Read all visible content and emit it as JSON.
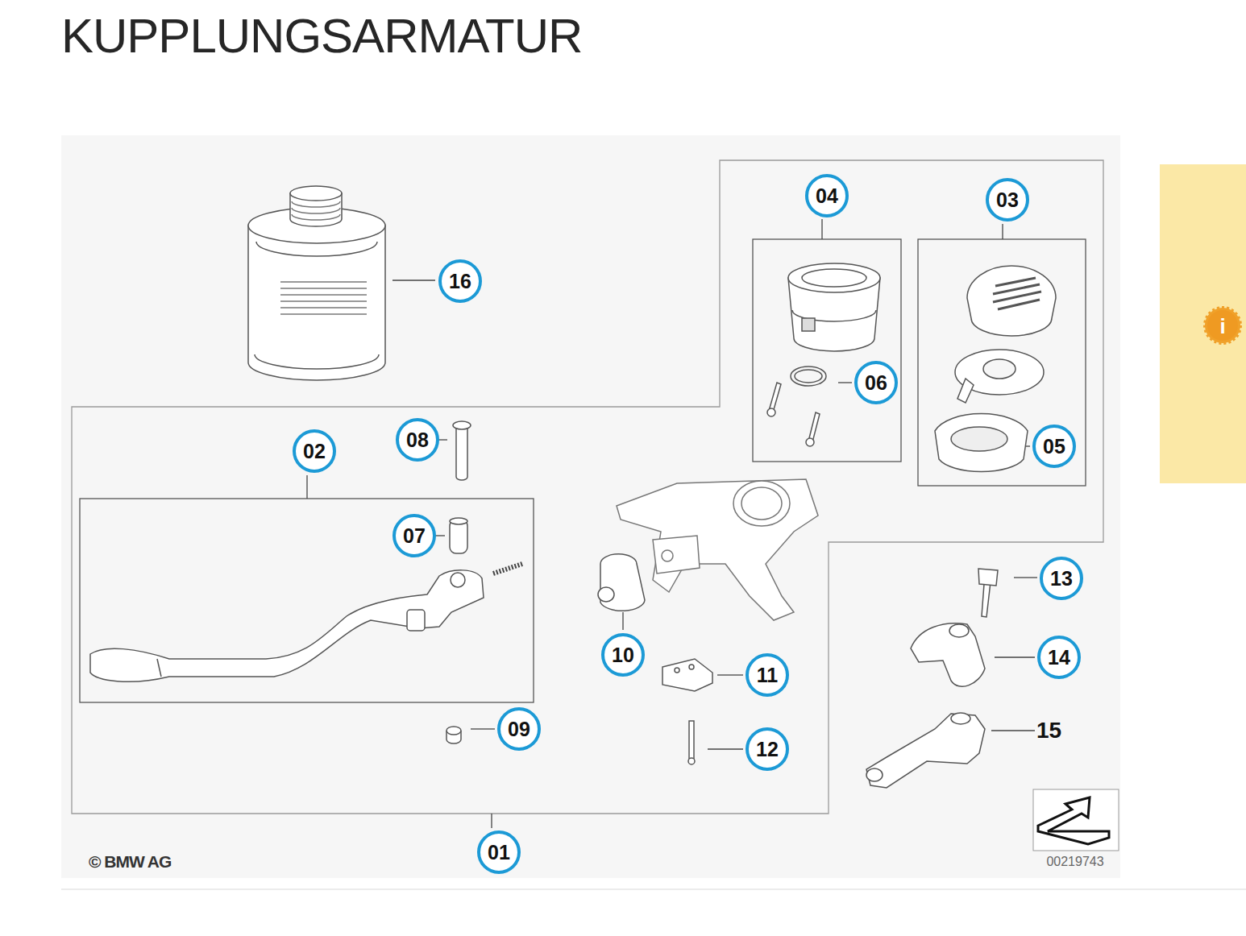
{
  "diagram": {
    "title": "KUPPLUNGSARMATUR",
    "nodes": [
      {
        "text": [
          "04"
        ]
      },
      {
        "text": [
          "03"
        ]
      },
      {
        "text": [
          "16"
        ]
      },
      {
        "text": [
          "06"
        ]
      },
      {
        "text": [
          "08"
        ]
      },
      {
        "text": [
          "05"
        ]
      },
      {
        "text": [
          "02"
        ]
      },
      {
        "text": [
          "07"
        ]
      },
      {
        "text": [
          "13"
        ]
      },
      {
        "text": [
          "10"
        ]
      },
      {
        "text": [
          "14"
        ]
      },
      {
        "text": [
          "11"
        ]
      },
      {
        "text": [
          "09"
        ]
      },
      {
        "text": [
          "12"
        ]
      },
      {
        "text": [
          "01"
        ]
      }
    ],
    "labels": [
      "15",
      "© BMW AG",
      "00219743",
      "i"
    ]
  }
}
